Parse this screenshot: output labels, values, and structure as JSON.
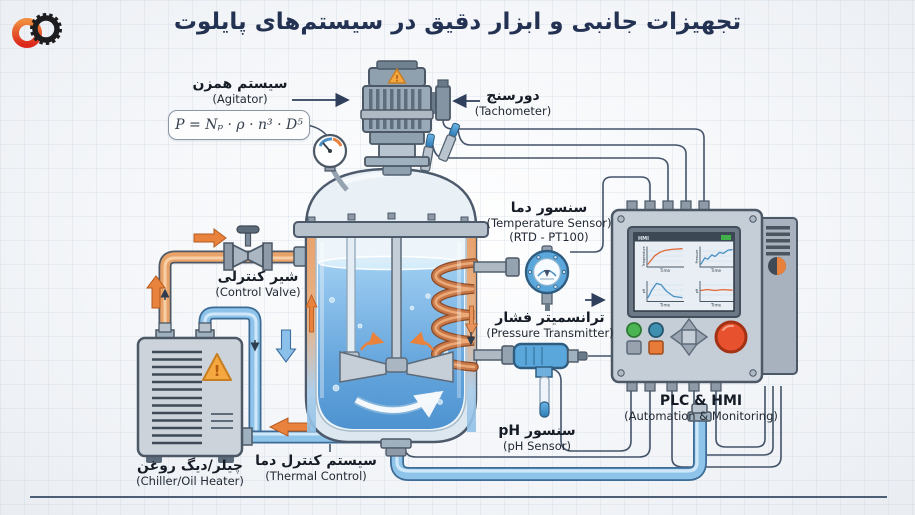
{
  "title": "تجهیزات جانبی و ابزار دقیق در سیستم‌های پایلوت",
  "formula": "P = Nₚ · ρ · n³ · D⁵",
  "warning_mark": "!",
  "equipment": {
    "agitator": {
      "fa": "سیستم همزن",
      "en": "(Agitator)"
    },
    "tachometer": {
      "fa": "دورسنج",
      "en": "(Tachometer)"
    },
    "temperature_sensor": {
      "fa": "سنسور دما",
      "en": "(Temperature Sensor)",
      "en2": "(RTD - PT100)"
    },
    "pressure_transmitter": {
      "fa": "ترانسمیتر فشار",
      "en": "(Pressure Transmitter)"
    },
    "ph_sensor": {
      "fa": "سنسور pH",
      "en": "(pH Sensor)"
    },
    "control_valve": {
      "fa": "شیر کنترلی",
      "en": "(Control Valve)"
    },
    "chiller": {
      "fa": "چیلر/دیگ روغن",
      "en": "(Chiller/Oil Heater)"
    },
    "thermal_control": {
      "fa": "سیستم کنترل دما",
      "en": "(Thermal Control)"
    },
    "plc_hmi": {
      "fa": "PLC & HMI",
      "en": "(Automation & Monitoring)"
    }
  },
  "hmi": {
    "header": "HMI",
    "status_indicator_color": "#43b14b",
    "xlabel": "Time",
    "charts": [
      {
        "type": "line",
        "ylabel": "Temperature",
        "color": "#e06a38",
        "trend": "rising then saturating",
        "points": [
          [
            0,
            0.05
          ],
          [
            0.1,
            0.3
          ],
          [
            0.2,
            0.55
          ],
          [
            0.35,
            0.75
          ],
          [
            0.5,
            0.86
          ],
          [
            0.7,
            0.92
          ],
          [
            1,
            0.96
          ]
        ]
      },
      {
        "type": "line",
        "ylabel": "Pressure",
        "color": "#4a90c4",
        "trend": "stepped rising",
        "points": [
          [
            0,
            0.05
          ],
          [
            0.12,
            0.42
          ],
          [
            0.22,
            0.34
          ],
          [
            0.35,
            0.6
          ],
          [
            0.45,
            0.5
          ],
          [
            0.6,
            0.74
          ],
          [
            0.72,
            0.68
          ],
          [
            0.88,
            0.88
          ],
          [
            1,
            0.9
          ]
        ]
      },
      {
        "type": "line",
        "ylabel": "pH",
        "color": "#4a90c4",
        "trend": "peak then decline",
        "points": [
          [
            0,
            0.08
          ],
          [
            0.12,
            0.55
          ],
          [
            0.25,
            0.92
          ],
          [
            0.38,
            0.85
          ],
          [
            0.55,
            0.45
          ],
          [
            0.75,
            0.15
          ],
          [
            1,
            0.08
          ]
        ]
      },
      {
        "type": "line",
        "ylabel": "pH",
        "color": "#e06a38",
        "trend": "steady",
        "points": [
          [
            0,
            0.5
          ],
          [
            0.2,
            0.56
          ],
          [
            0.45,
            0.5
          ],
          [
            0.7,
            0.55
          ],
          [
            1,
            0.52
          ]
        ]
      }
    ]
  },
  "colors": {
    "title_ink": "#233252",
    "wire": "#44536a",
    "pipe_orange": "#e9a368",
    "pipe_blue": "#8ec4ea",
    "liquid_blue": "#5e9fd9",
    "copper_coil": "#c9784a",
    "warning_orange": "#f5a83f",
    "alert_red_button": "#e8512e",
    "panel_green_button": "#4db453",
    "logo_red": "#e0301e",
    "logo_black": "#1d1d1f"
  }
}
